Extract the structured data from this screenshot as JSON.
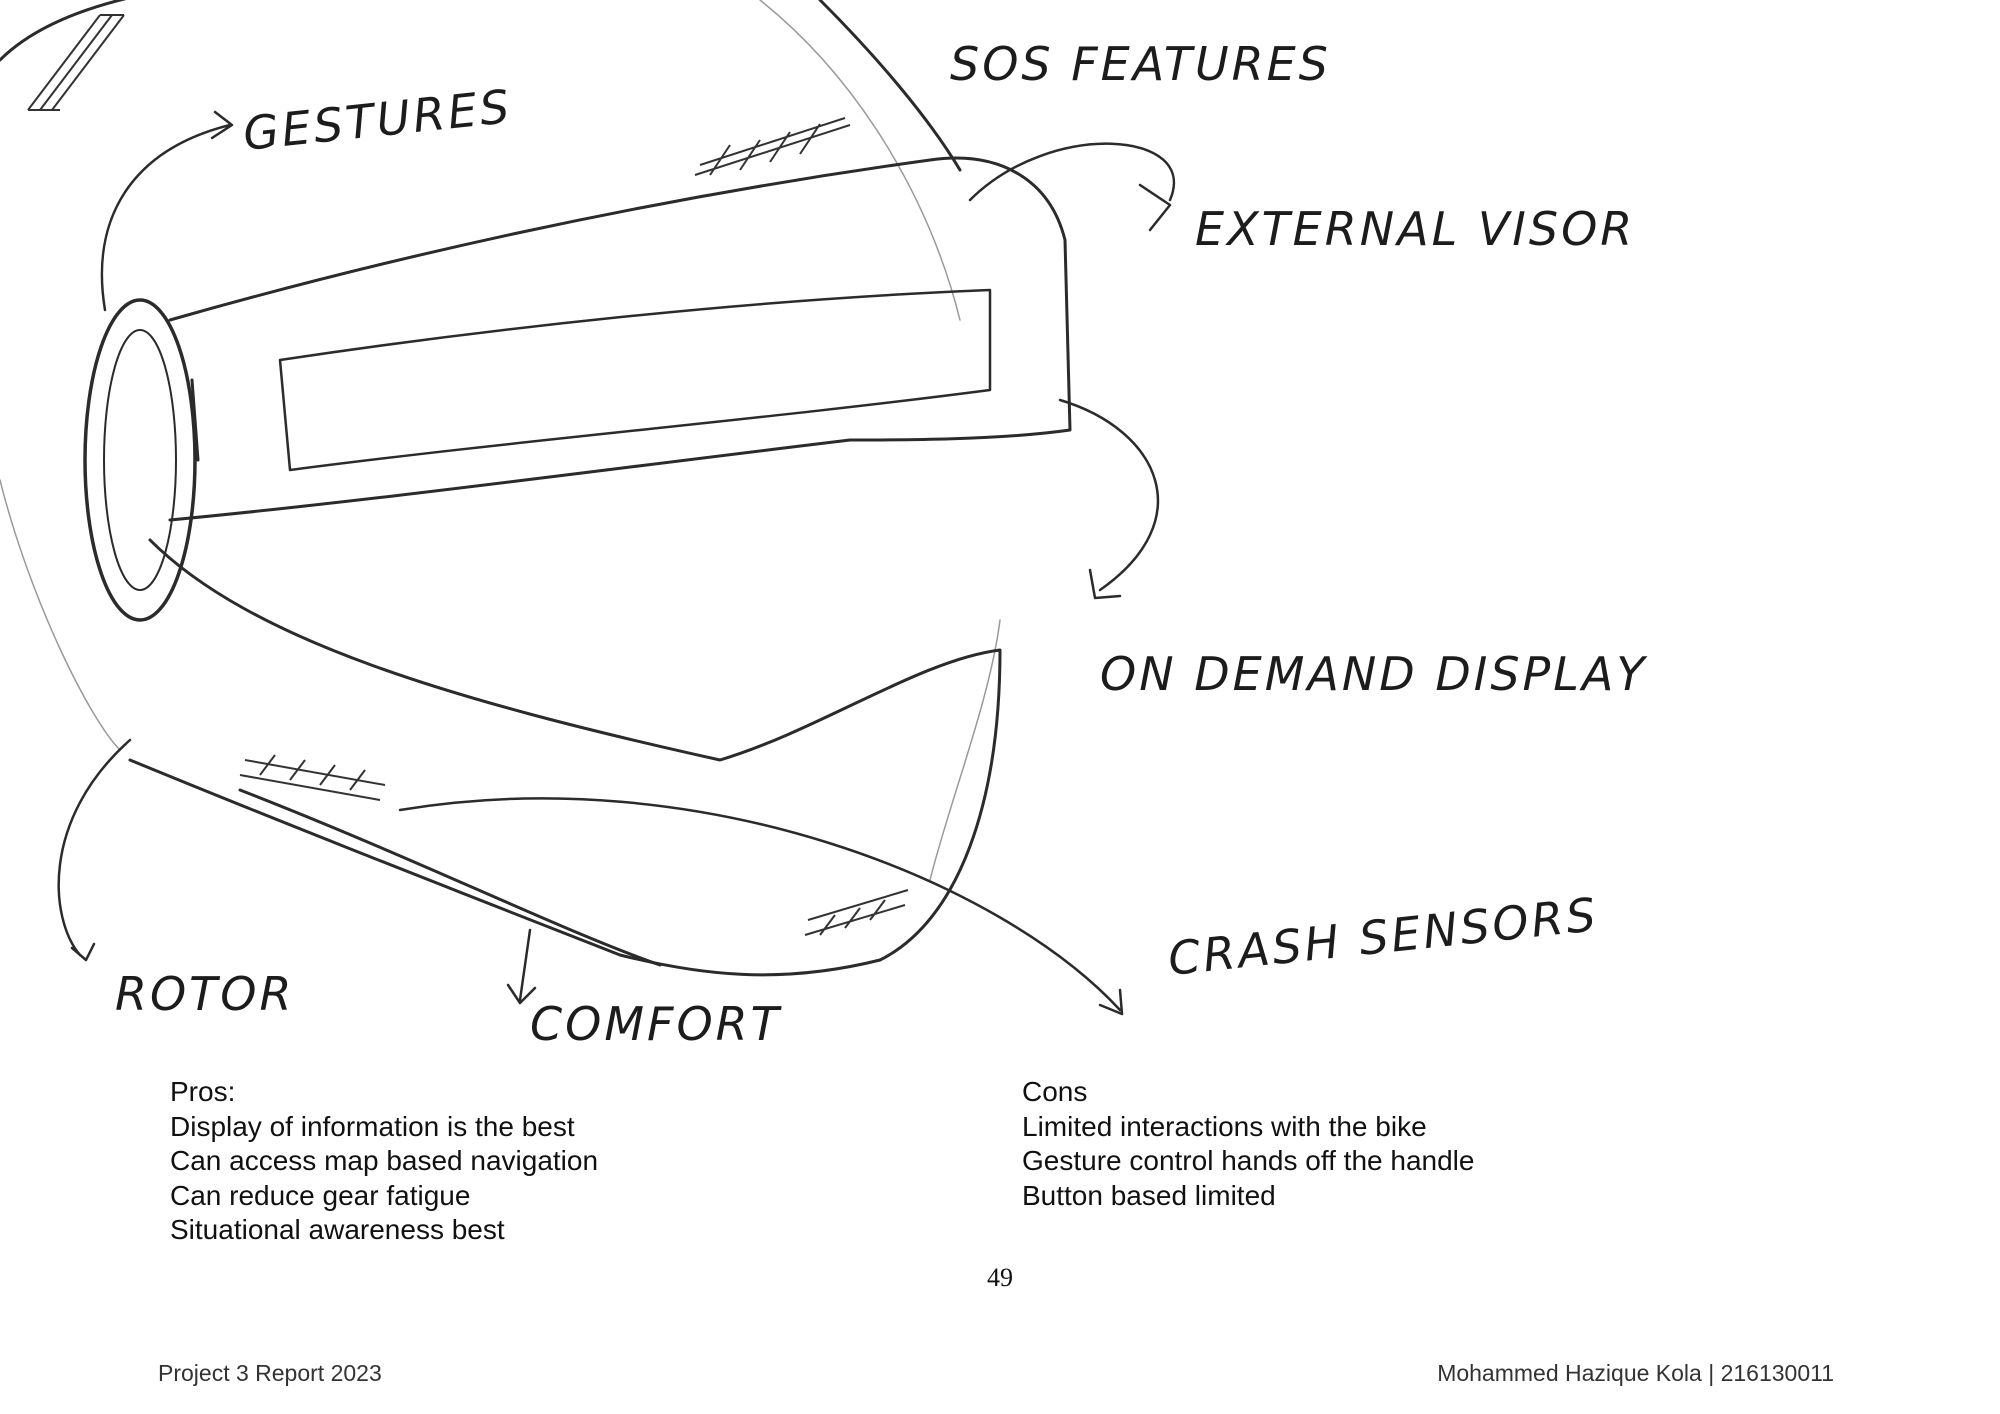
{
  "sketch": {
    "labels": {
      "gestures": "GESTURES",
      "sos": "SOS FEATURES",
      "external_visor": "EXTERNAL VISOR",
      "on_demand_display": "ON DEMAND DISPLAY",
      "crash_sensors": "CRASH SENSORS",
      "rotor": "ROTOR",
      "comfort": "COMFORT"
    }
  },
  "pros": {
    "heading": "Pros:",
    "items": [
      "Display of information is the best",
      "Can access map based navigation",
      "Can reduce gear fatigue",
      "Situational awareness best"
    ]
  },
  "cons": {
    "heading": "Cons",
    "items": [
      "Limited interactions with the bike",
      "Gesture control hands off the handle",
      "Button based limited"
    ]
  },
  "page_number": "49",
  "footer": {
    "left": "Project 3 Report 2023",
    "right": "Mohammed Hazique Kola | 216130011"
  }
}
